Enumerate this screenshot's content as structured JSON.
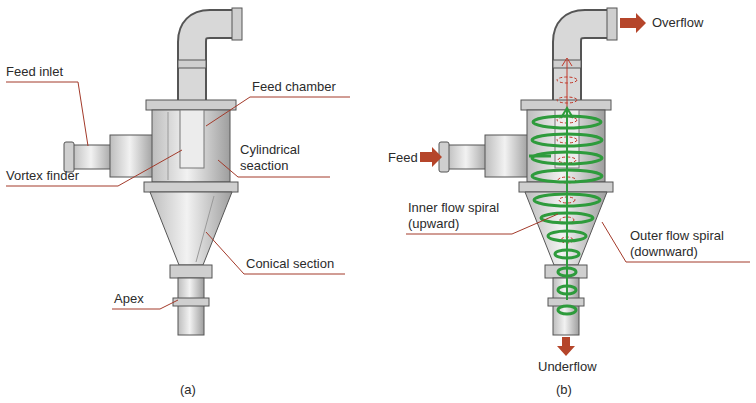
{
  "diagram": {
    "labels": [
      "Feed inlet",
      "Feed chamber",
      "Cylindrical seaction",
      "Vortex finder",
      "Conical section",
      "Apex",
      "(a)",
      "Overflow",
      "Feed",
      "Inner flow spiral (upward)",
      "Outer flow spiral (downward)",
      "Underflow",
      "(b)"
    ]
  }
}
